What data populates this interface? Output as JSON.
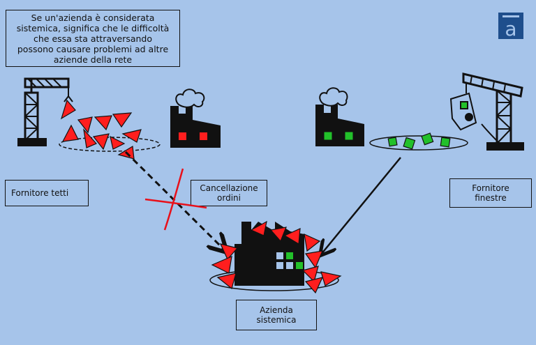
{
  "intro_text": "Se un'azienda è considerata\nsistemica, significa che le difficoltà\nche essa sta attraversando\npossono causare problemi ad altre\naziende della rete",
  "labels": {
    "roof_supplier": "Fornitore tetti",
    "order_cancel": "Cancellazione\nordini",
    "window_supplier": "Fornitore\nfinestre",
    "systemic_company": "Azienda\nsistemica"
  },
  "logo_letter": "a",
  "colors": {
    "background": "#a6c4ea",
    "triangle": "#ff1e1e",
    "window_green": "#22c02a",
    "cross_red": "#e8101a",
    "ink": "#111111"
  }
}
